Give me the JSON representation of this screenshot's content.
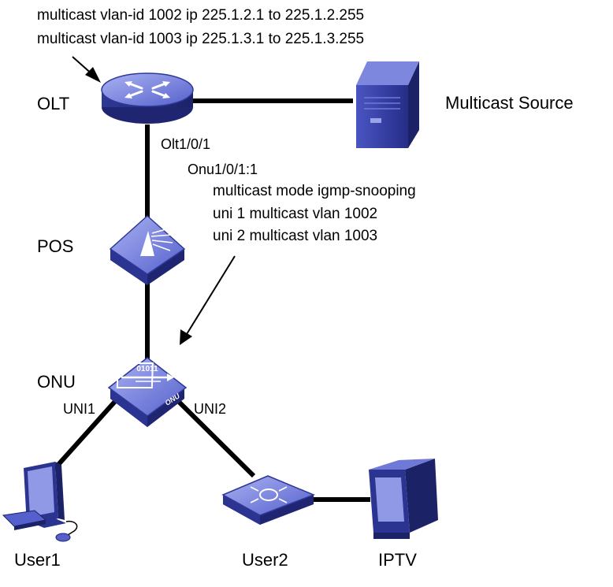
{
  "olt_config": {
    "line1": "multicast vlan-id 1002 ip 225.1.2.1 to 225.1.2.255",
    "line2": "multicast vlan-id 1003 ip 225.1.3.1 to 225.1.3.255"
  },
  "devices": {
    "olt": "OLT",
    "source": "Multicast Source",
    "pos": "POS",
    "onu": "ONU",
    "user1": "User1",
    "user2": "User2",
    "iptv": "IPTV"
  },
  "ports": {
    "olt_port": "Olt1/0/1",
    "onu_port": "Onu1/0/1:1",
    "uni1": "UNI1",
    "uni2": "UNI2"
  },
  "onu_config": {
    "line1": "multicast mode igmp-snooping",
    "line2": "uni 1 multicast vlan 1002",
    "line3": "uni 2 multicast vlan 1003"
  },
  "icons": {
    "onu_panel_text": "01011",
    "onu_side_text": "ONU"
  },
  "colors": {
    "device_blue": "#3b46b8",
    "device_dark": "#22287a",
    "device_light": "#8f99e6",
    "line": "#000000"
  }
}
